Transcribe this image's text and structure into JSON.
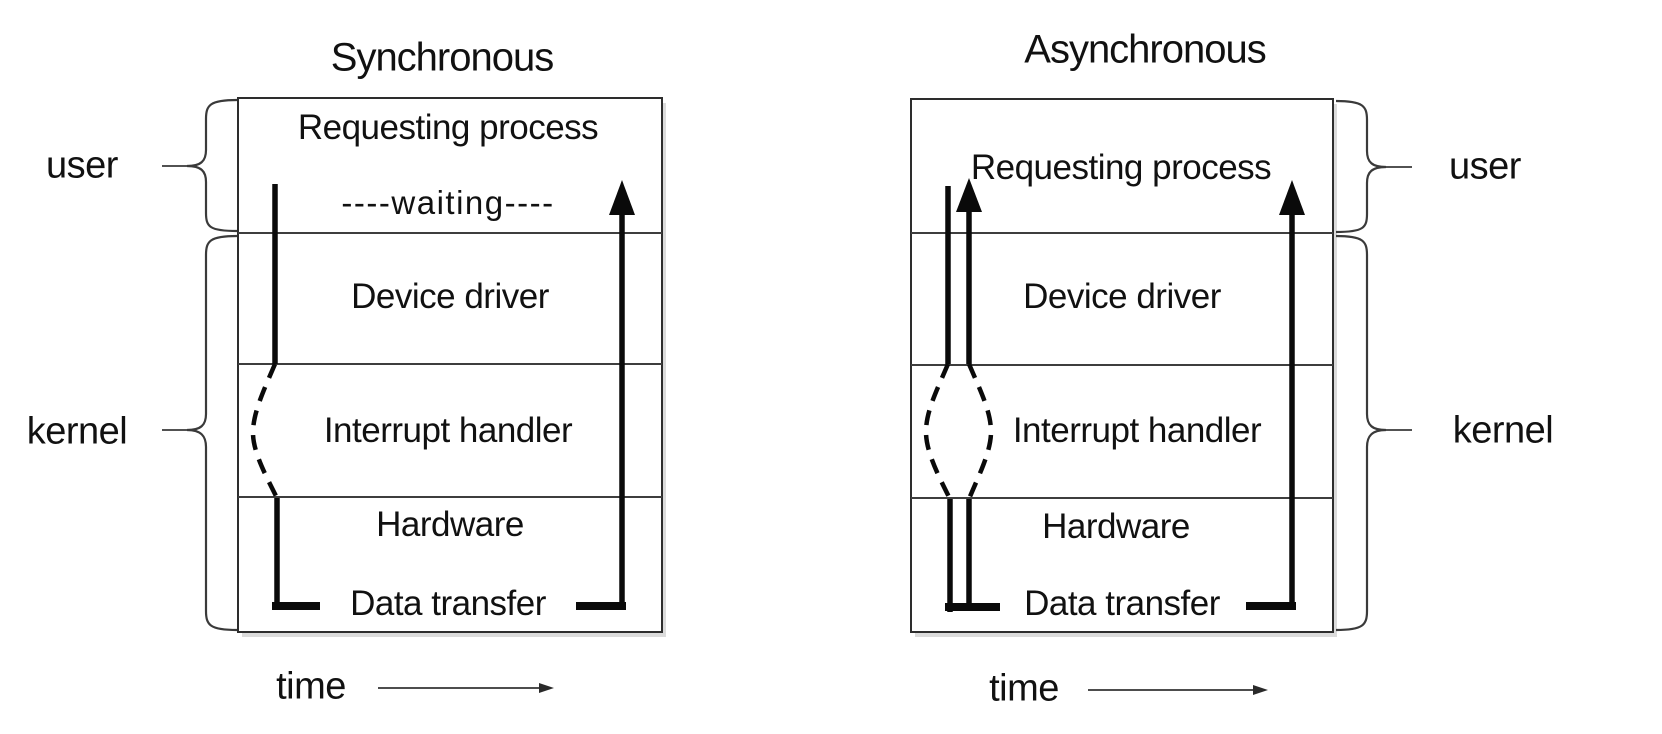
{
  "sync": {
    "title": "Synchronous",
    "box": {
      "requesting_process": "Requesting process",
      "waiting": "----waiting----",
      "device_driver": "Device driver",
      "interrupt_handler": "Interrupt handler",
      "hardware": "Hardware",
      "data_transfer": "Data transfer"
    },
    "user_label": "user",
    "kernel_label": "kernel",
    "time_label": "time"
  },
  "async": {
    "title": "Asynchronous",
    "box": {
      "requesting_process": "Requesting process",
      "device_driver": "Device driver",
      "interrupt_handler": "Interrupt handler",
      "hardware": "Hardware",
      "data_transfer": "Data transfer"
    },
    "user_label": "user",
    "kernel_label": "kernel",
    "time_label": "time"
  },
  "colors": {
    "flow_line": "#0a0a0a",
    "box_border": "#2d2d2d",
    "separator": "#3e3e3e",
    "brace": "#3a3a3a",
    "shadow": "#bdbdbd",
    "background": "#ffffff",
    "text": "#111111"
  }
}
